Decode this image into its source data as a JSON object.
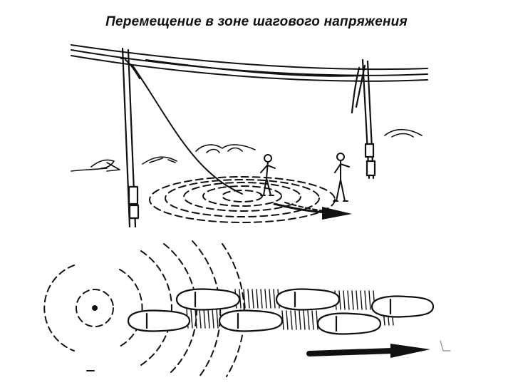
{
  "page": {
    "title": "Перемещение в зоне шагового напряжения"
  },
  "illustration": {
    "top_scene": {
      "elements": [
        "power-line-wires",
        "left-pole",
        "right-pole",
        "fallen-wire",
        "ground-fault-circles",
        "person-left",
        "person-right",
        "direction-arrow"
      ]
    },
    "bottom_scene": {
      "elements": [
        "fault-point",
        "voltage-circles",
        "footprints-shuffle",
        "direction-arrow"
      ]
    },
    "ink_color": "#111111"
  }
}
